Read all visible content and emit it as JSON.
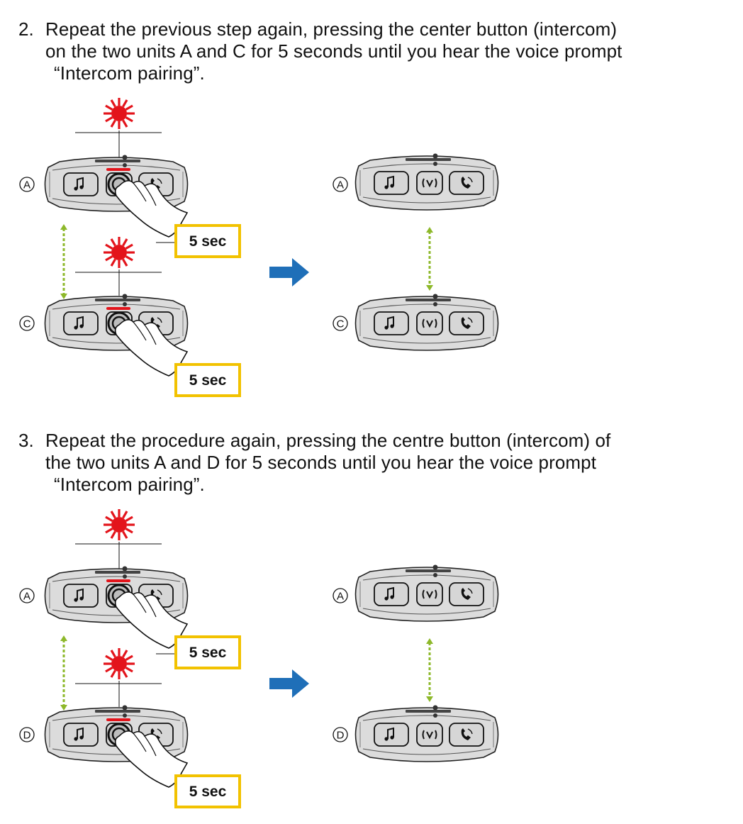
{
  "steps": [
    {
      "number": "2.",
      "lines": [
        "Repeat the previous step again, pressing the center button (intercom)",
        "on the two units A and C for 5 seconds until you hear the voice prompt",
        "“Intercom pairing”."
      ],
      "unit_top": "A",
      "unit_bottom": "C",
      "hold_label": "5 sec"
    },
    {
      "number": "3.",
      "lines": [
        "Repeat the procedure again, pressing the centre button (intercom) of",
        "the two units A and D for 5 seconds until you hear the voice prompt",
        "“Intercom pairing”."
      ],
      "unit_top": "A",
      "unit_bottom": "D",
      "hold_label": "5 sec"
    }
  ],
  "colors": {
    "led_red": "#e3141b",
    "timer_border": "#f2c200",
    "arrow_blue": "#1f6fb8",
    "link_green": "#8db82a",
    "device_body": "#dcdcdc",
    "device_face": "#cfcfcf"
  },
  "icons": [
    "music-icon",
    "intercom-icon",
    "phone-icon",
    "led-blink-icon",
    "hand-press-icon",
    "arrow-right-icon",
    "pairing-link-icon"
  ]
}
